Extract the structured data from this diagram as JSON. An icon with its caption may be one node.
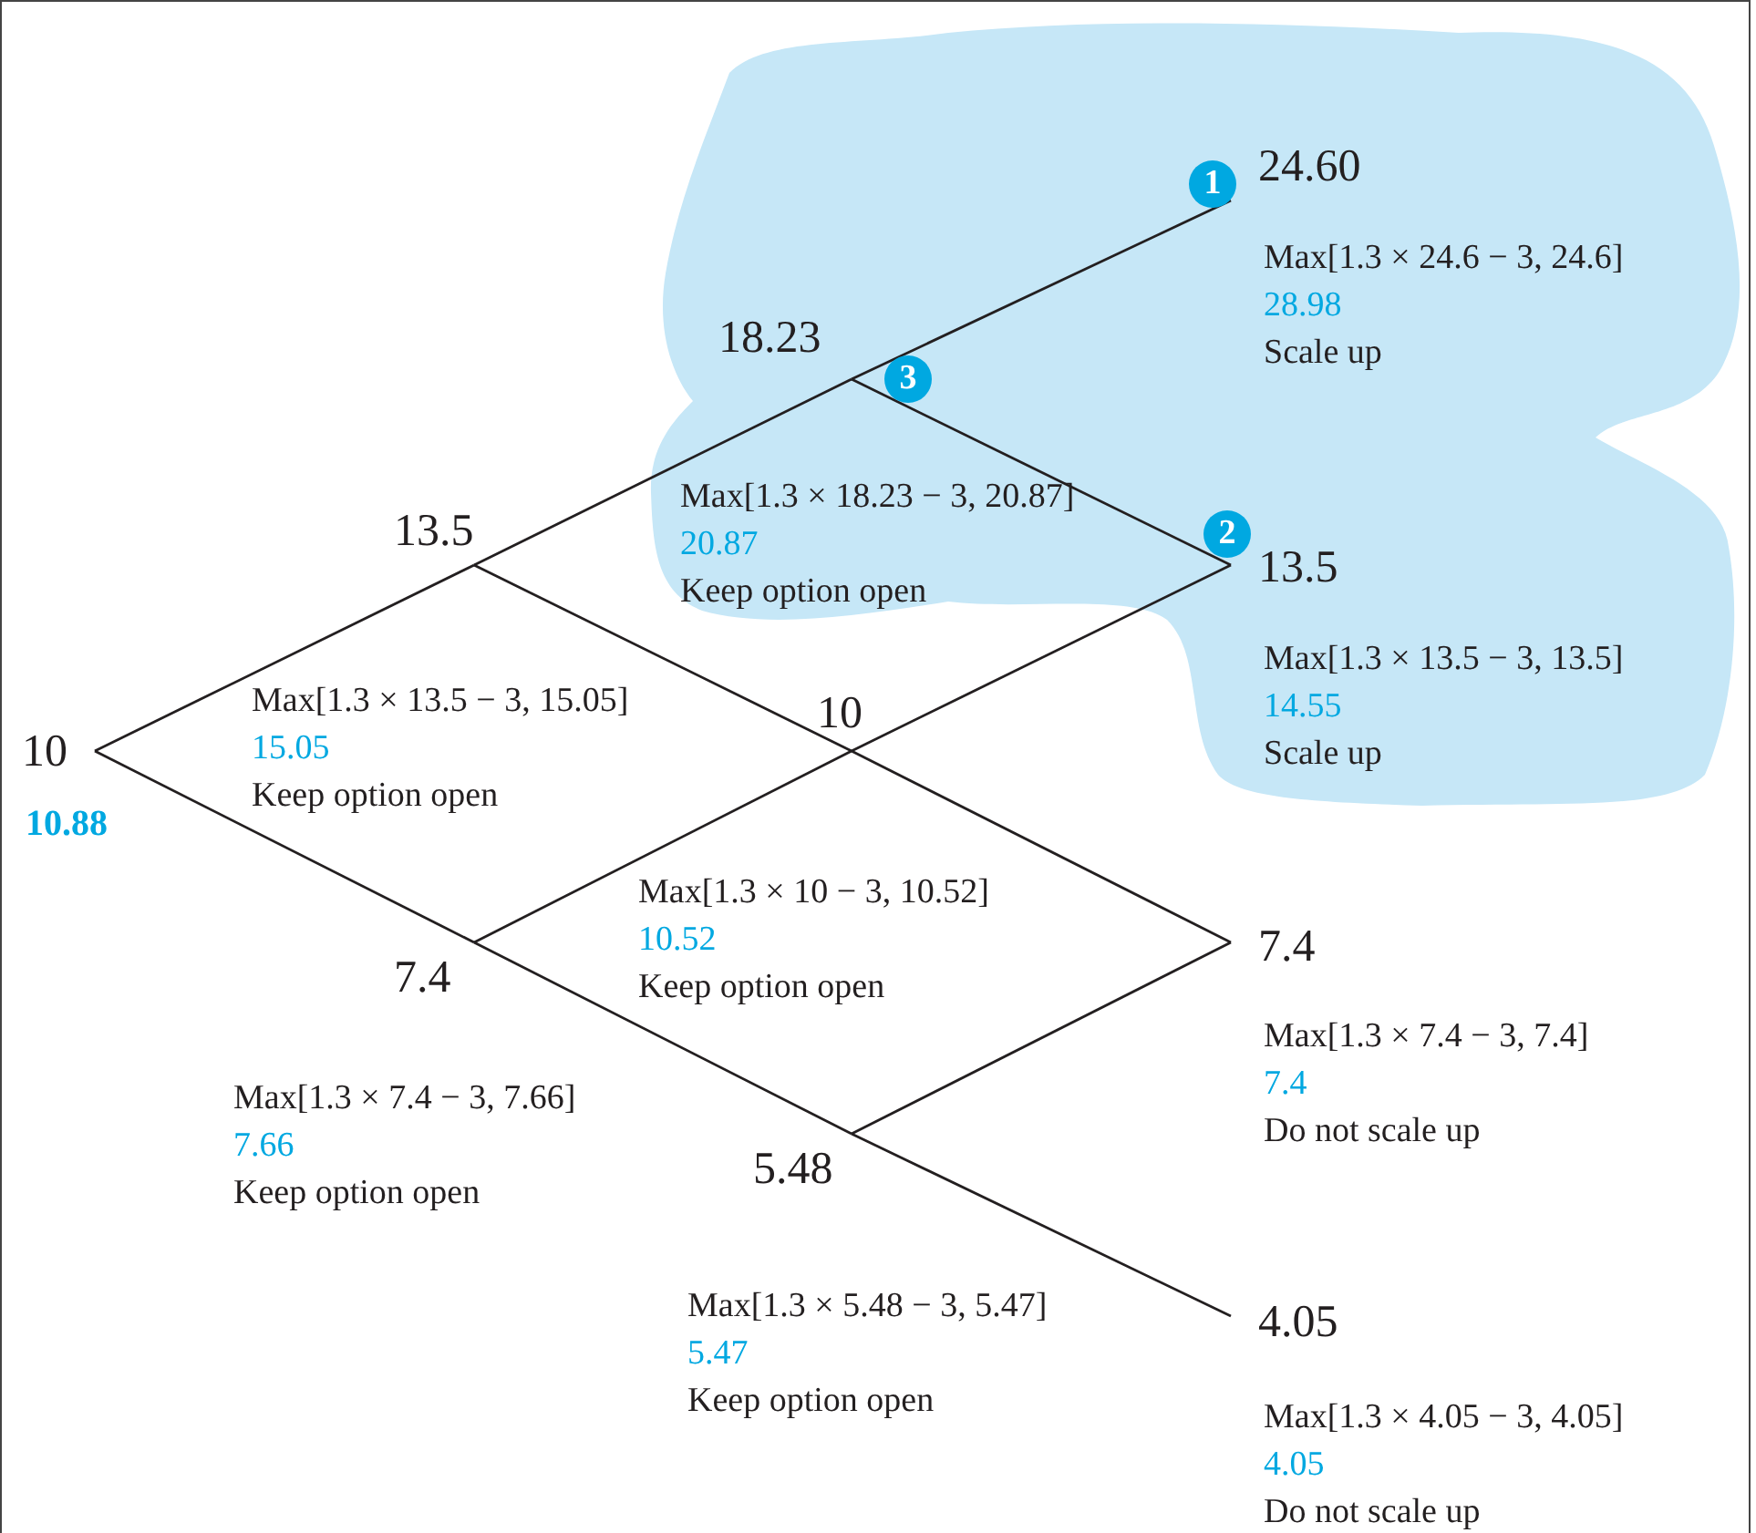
{
  "diagram": {
    "nodes": [
      {
        "text": [
          "10"
        ],
        "beside": [
          "10.88"
        ]
      },
      {
        "text": [
          "13.5"
        ],
        "beside": [
          "Max[1.3 × 13.5 − 3, 15.05]",
          "15.05",
          "Keep option open"
        ]
      },
      {
        "text": [
          "7.4"
        ],
        "beside": [
          "Max[1.3 × 7.4 − 3, 7.66]",
          "7.66",
          "Keep option open"
        ]
      },
      {
        "text": [
          "18.23"
        ],
        "beside": [
          "Max[1.3 × 18.23 − 3, 20.87]",
          "20.87",
          "Keep option open"
        ]
      },
      {
        "text": [
          "10"
        ],
        "beside": [
          "Max[1.3 × 10 − 3, 10.52]",
          "10.52",
          "Keep option open"
        ]
      },
      {
        "text": [
          "5.48"
        ],
        "beside": [
          "Max[1.3 × 5.48 − 3, 5.47]",
          "5.47",
          "Keep option open"
        ]
      },
      {
        "text": [
          "24.60"
        ],
        "beside": [
          "Max[1.3 × 24.6 − 3, 24.6]",
          "28.98",
          "Scale up"
        ]
      },
      {
        "text": [
          "13.5"
        ],
        "beside": [
          "Max[1.3 × 13.5 − 3, 13.5]",
          "14.55",
          "Scale up"
        ]
      },
      {
        "text": [
          "7.4"
        ],
        "beside": [
          "Max[1.3 × 7.4 − 3, 7.4]",
          "7.4",
          "Do not scale up"
        ]
      },
      {
        "text": [
          "4.05"
        ],
        "beside": [
          "Max[1.3 × 4.05 − 3, 4.05]",
          "4.05",
          "Do not scale up"
        ]
      }
    ],
    "edges": [
      {
        "from": 0,
        "to": 1,
        "arrow": "none"
      },
      {
        "from": 0,
        "to": 2,
        "arrow": "none"
      },
      {
        "from": 1,
        "to": 3,
        "arrow": "none"
      },
      {
        "from": 1,
        "to": 4,
        "arrow": "none"
      },
      {
        "from": 2,
        "to": 4,
        "arrow": "none"
      },
      {
        "from": 2,
        "to": 5,
        "arrow": "none"
      },
      {
        "from": 3,
        "to": 6,
        "arrow": "none"
      },
      {
        "from": 3,
        "to": 7,
        "arrow": "none"
      },
      {
        "from": 4,
        "to": 7,
        "arrow": "none"
      },
      {
        "from": 4,
        "to": 8,
        "arrow": "none"
      },
      {
        "from": 5,
        "to": 8,
        "arrow": "none"
      },
      {
        "from": 5,
        "to": 9,
        "arrow": "none"
      }
    ],
    "labels": [
      "1",
      "3",
      "2"
    ]
  }
}
